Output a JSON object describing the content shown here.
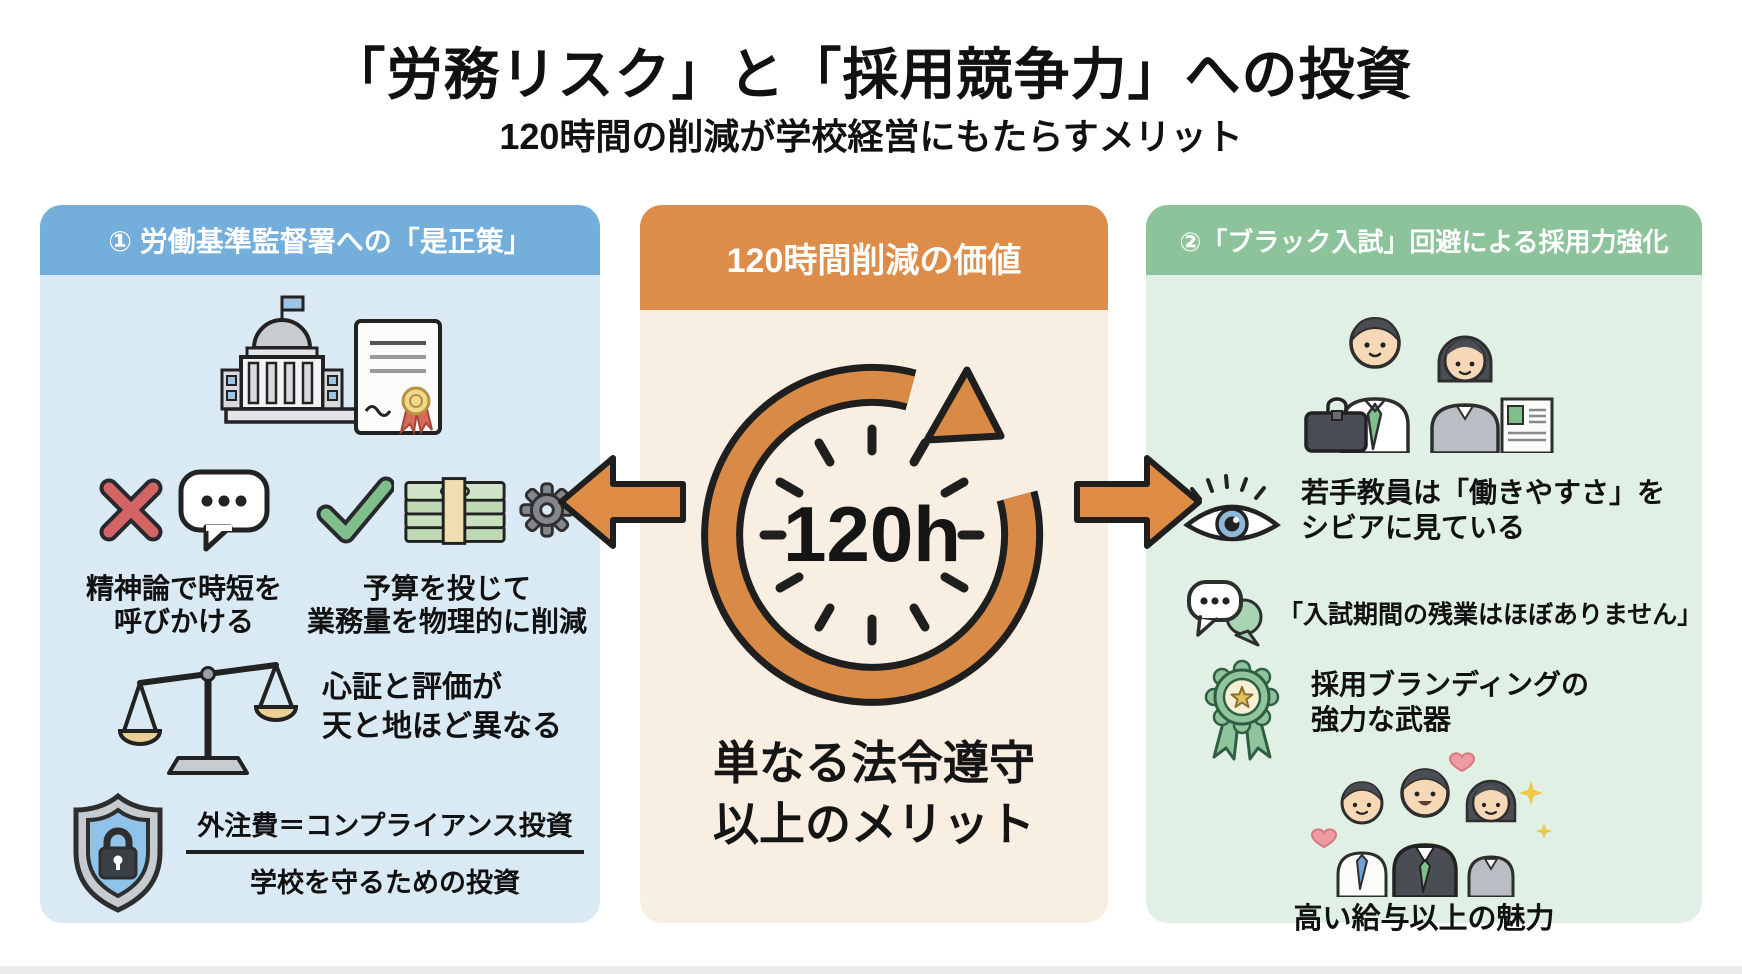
{
  "colors": {
    "page_bg": "#ffffff",
    "left_header_bg": "#74aedb",
    "left_body_bg": "#daeaf5",
    "center_header_bg": "#de8c4a",
    "center_body_bg": "#f8eee2",
    "right_header_bg": "#8dc39b",
    "right_body_bg": "#e0f0e4",
    "arrow_fill": "#dd8b45",
    "outline": "#1f1f1f"
  },
  "header": {
    "title": "「労務リスク」と「採用競争力」への投資",
    "subtitle": "120時間の削減が学校経営にもたらすメリット"
  },
  "left_panel": {
    "title": "① 労働基準監督署への「是正策」",
    "icons": [
      "government-building-icon",
      "certificate-document-icon",
      "red-cross-icon",
      "speech-bubble-icon",
      "green-check-icon",
      "money-stack-icon",
      "gear-icon",
      "balance-scale-icon",
      "shield-lock-icon"
    ],
    "bad_item": {
      "line1": "精神論で時短を",
      "line2": "呼びかける"
    },
    "good_item": {
      "line1": "予算を投じて",
      "line2": "業務量を物理的に削減"
    },
    "scale_item": {
      "line1": "心証と評価が",
      "line2": "天と地ほど異なる"
    },
    "shield_item": {
      "numerator": "外注費＝コンプライアンス投資",
      "denominator": "学校を守るための投資"
    }
  },
  "center_panel": {
    "title": "120時間削減の価値",
    "clock_label": "120h",
    "icons": [
      "clock-cycle-arrow-icon",
      "arrow-left-icon",
      "arrow-right-icon"
    ],
    "message_line1": "単なる法令遵守",
    "message_line2": "以上のメリット"
  },
  "right_panel": {
    "title": "②「ブラック入試」回避による採用力強化",
    "icons": [
      "young-teachers-pair-icon",
      "eye-icon",
      "chat-bubbles-icon",
      "award-ribbon-icon",
      "happy-teachers-group-icon",
      "heart-icon",
      "sparkle-icon"
    ],
    "eye_item": {
      "line1": "若手教員は「働きやすさ」を",
      "line2": "シビアに見ている"
    },
    "quote_item": {
      "line1": "「入試期間の残業はほぼありません」"
    },
    "award_item": {
      "line1": "採用ブランディングの",
      "line2": "強力な武器"
    },
    "team_item": {
      "caption": "高い給与以上の魅力"
    }
  }
}
